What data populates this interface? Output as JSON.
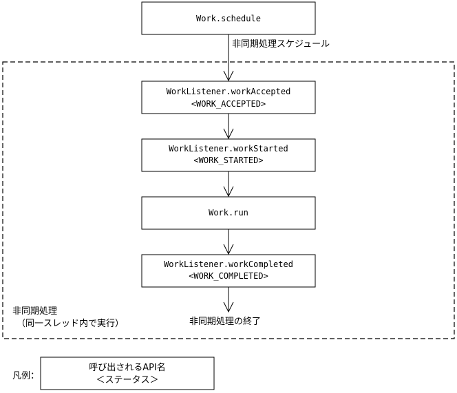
{
  "nodes": {
    "schedule": {
      "lines": [
        "Work.schedule"
      ]
    },
    "accepted": {
      "lines": [
        "WorkListener.workAccepted",
        "<WORK_ACCEPTED>"
      ]
    },
    "started": {
      "lines": [
        "WorkListener.workStarted",
        "<WORK_STARTED>"
      ]
    },
    "run": {
      "lines": [
        "Work.run"
      ]
    },
    "completed": {
      "lines": [
        "WorkListener.workCompleted",
        "<WORK_COMPLETED>"
      ]
    }
  },
  "labels": {
    "async_schedule": "非同期処理スケジュール",
    "region_title": "非同期処理",
    "region_subtitle": "（同一スレッド内で実行）",
    "async_end": "非同期処理の終了"
  },
  "legend": {
    "label": "凡例：",
    "box_line1": "呼び出されるAPI名",
    "box_line2": "＜ステータス＞"
  }
}
